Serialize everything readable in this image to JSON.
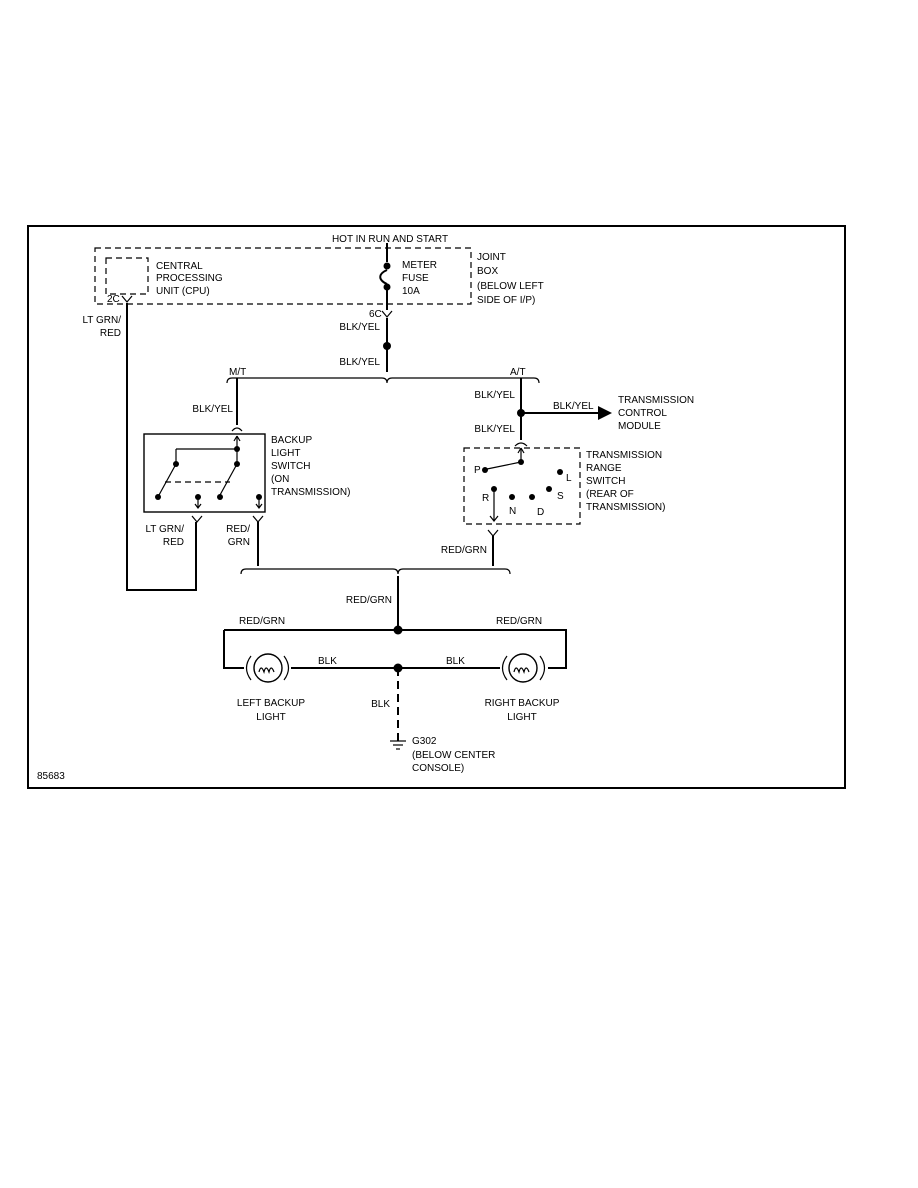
{
  "diagram": {
    "power_label": "HOT IN RUN AND START",
    "joint_box": [
      "JOINT",
      "BOX",
      "(BELOW LEFT",
      "SIDE OF I/P)"
    ],
    "cpu": [
      "CENTRAL",
      "PROCESSING",
      "UNIT (CPU)"
    ],
    "cpu_pin": "2C",
    "fuse": [
      "METER",
      "FUSE",
      "10A"
    ],
    "fuse_pin": "6C",
    "wires": {
      "blk_yel": "BLK/YEL",
      "lt_grn_red": [
        "LT GRN/",
        "RED"
      ],
      "red_grn": "RED/GRN",
      "red_grn_split": [
        "RED/",
        "GRN"
      ],
      "blk": "BLK"
    },
    "manual_trans": "M/T",
    "auto_trans": "A/T",
    "tcm": [
      "TRANSMISSION",
      "CONTROL",
      "MODULE"
    ],
    "backup_switch": [
      "BACKUP",
      "LIGHT",
      "SWITCH",
      "(ON",
      "TRANSMISSION)"
    ],
    "range_switch": [
      "TRANSMISSION",
      "RANGE",
      "SWITCH",
      "(REAR OF",
      "TRANSMISSION)"
    ],
    "range_positions": {
      "p": "P",
      "r": "R",
      "n": "N",
      "d": "D",
      "s": "S",
      "l": "L"
    },
    "left_light": [
      "LEFT BACKUP",
      "LIGHT"
    ],
    "right_light": [
      "RIGHT BACKUP",
      "LIGHT"
    ],
    "ground": [
      "G302",
      "(BELOW CENTER",
      "CONSOLE)"
    ],
    "figure_id": "85683"
  }
}
